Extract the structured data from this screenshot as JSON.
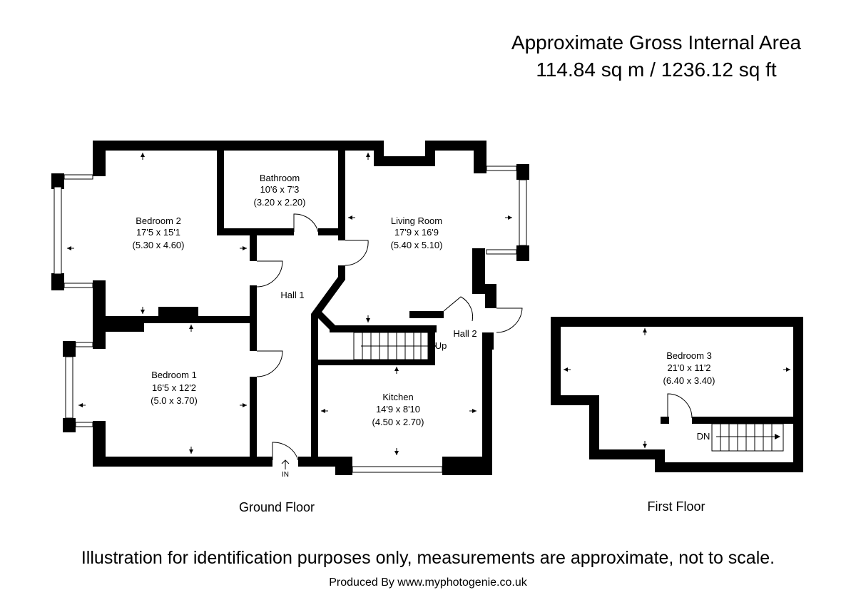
{
  "header": {
    "line1": "Approximate Gross Internal Area",
    "line2": "114.84 sq m / 1236.12 sq ft"
  },
  "rooms": {
    "bathroom": {
      "name": "Bathroom",
      "imperial": "10'6 x 7'3",
      "metric": "(3.20 x 2.20)"
    },
    "bedroom2": {
      "name": "Bedroom 2",
      "imperial": "17'5 x 15'1",
      "metric": "(5.30 x 4.60)"
    },
    "living": {
      "name": "Living Room",
      "imperial": "17'9 x 16'9",
      "metric": "(5.40 x 5.10)"
    },
    "hall1": {
      "name": "Hall 1"
    },
    "hall2": {
      "name": "Hall 2"
    },
    "bedroom1": {
      "name": "Bedroom 1",
      "imperial": "16'5 x 12'2",
      "metric": "(5.0 x 3.70)"
    },
    "kitchen": {
      "name": "Kitchen",
      "imperial": "14'9 x 8'10",
      "metric": "(4.50 x 2.70)"
    },
    "bedroom3": {
      "name": "Bedroom 3",
      "imperial": "21'0 x 11'2",
      "metric": "(6.40 x 3.40)"
    }
  },
  "markers": {
    "up": "Up",
    "dn": "DN",
    "entrance": "IN"
  },
  "floors": {
    "ground": "Ground Floor",
    "first": "First Floor"
  },
  "footer": {
    "disclaimer": "Illustration for identification purposes only, measurements are approximate, not to scale.",
    "credit": "Produced By www.myphotogenie.co.uk"
  }
}
